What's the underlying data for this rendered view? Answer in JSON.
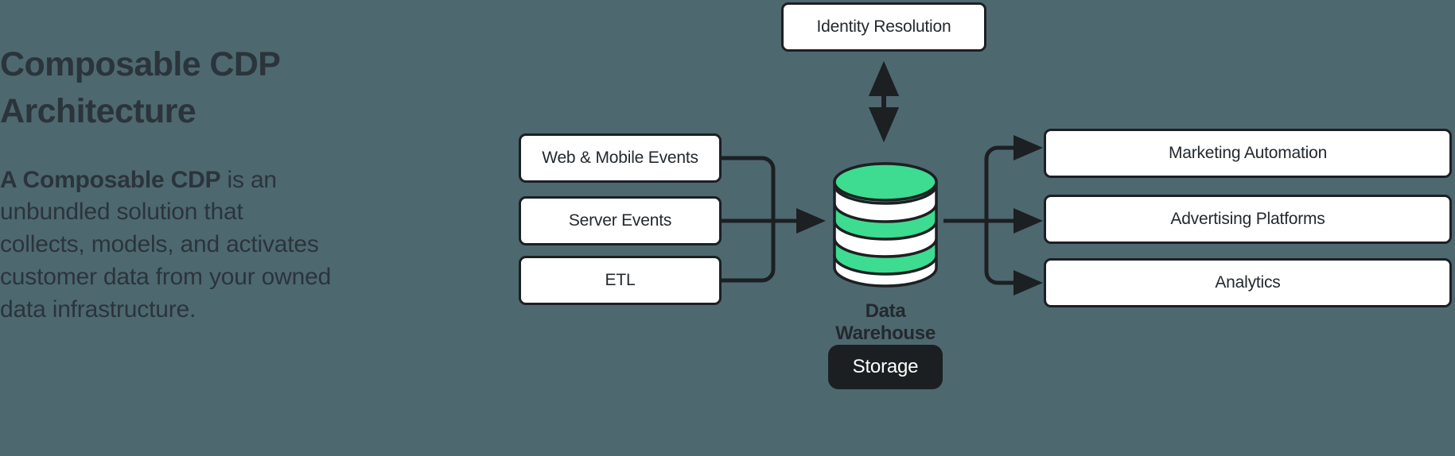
{
  "colors": {
    "background": "#4e6870",
    "ink": "#1c2023",
    "text_dark": "#23292e",
    "accent_green": "#3ddc91",
    "node_fill": "#ffffff",
    "pill_fill": "#1c1f21",
    "pill_text": "#ffffff"
  },
  "copy": {
    "headline": "Composable CDP Architecture",
    "body_lead": "A Composable CDP",
    "body_rest": " is an unbundled solution that collects, models, and activates customer data from your owned data infrastructure."
  },
  "diagram": {
    "inputs": [
      {
        "id": "web-mobile-events",
        "label": "Web & Mobile Events"
      },
      {
        "id": "server-events",
        "label": "Server Events"
      },
      {
        "id": "etl",
        "label": "ETL"
      }
    ],
    "identity": {
      "id": "identity-resolution",
      "label": "Identity Resolution"
    },
    "warehouse": {
      "id": "data-warehouse",
      "label": "Data Warehouse",
      "icon": "database-cylinder-icon",
      "storage_badge": "Storage"
    },
    "outputs": [
      {
        "id": "marketing-automation",
        "label": "Marketing Automation"
      },
      {
        "id": "advertising-platforms",
        "label": "Advertising Platforms"
      },
      {
        "id": "analytics",
        "label": "Analytics"
      }
    ]
  }
}
